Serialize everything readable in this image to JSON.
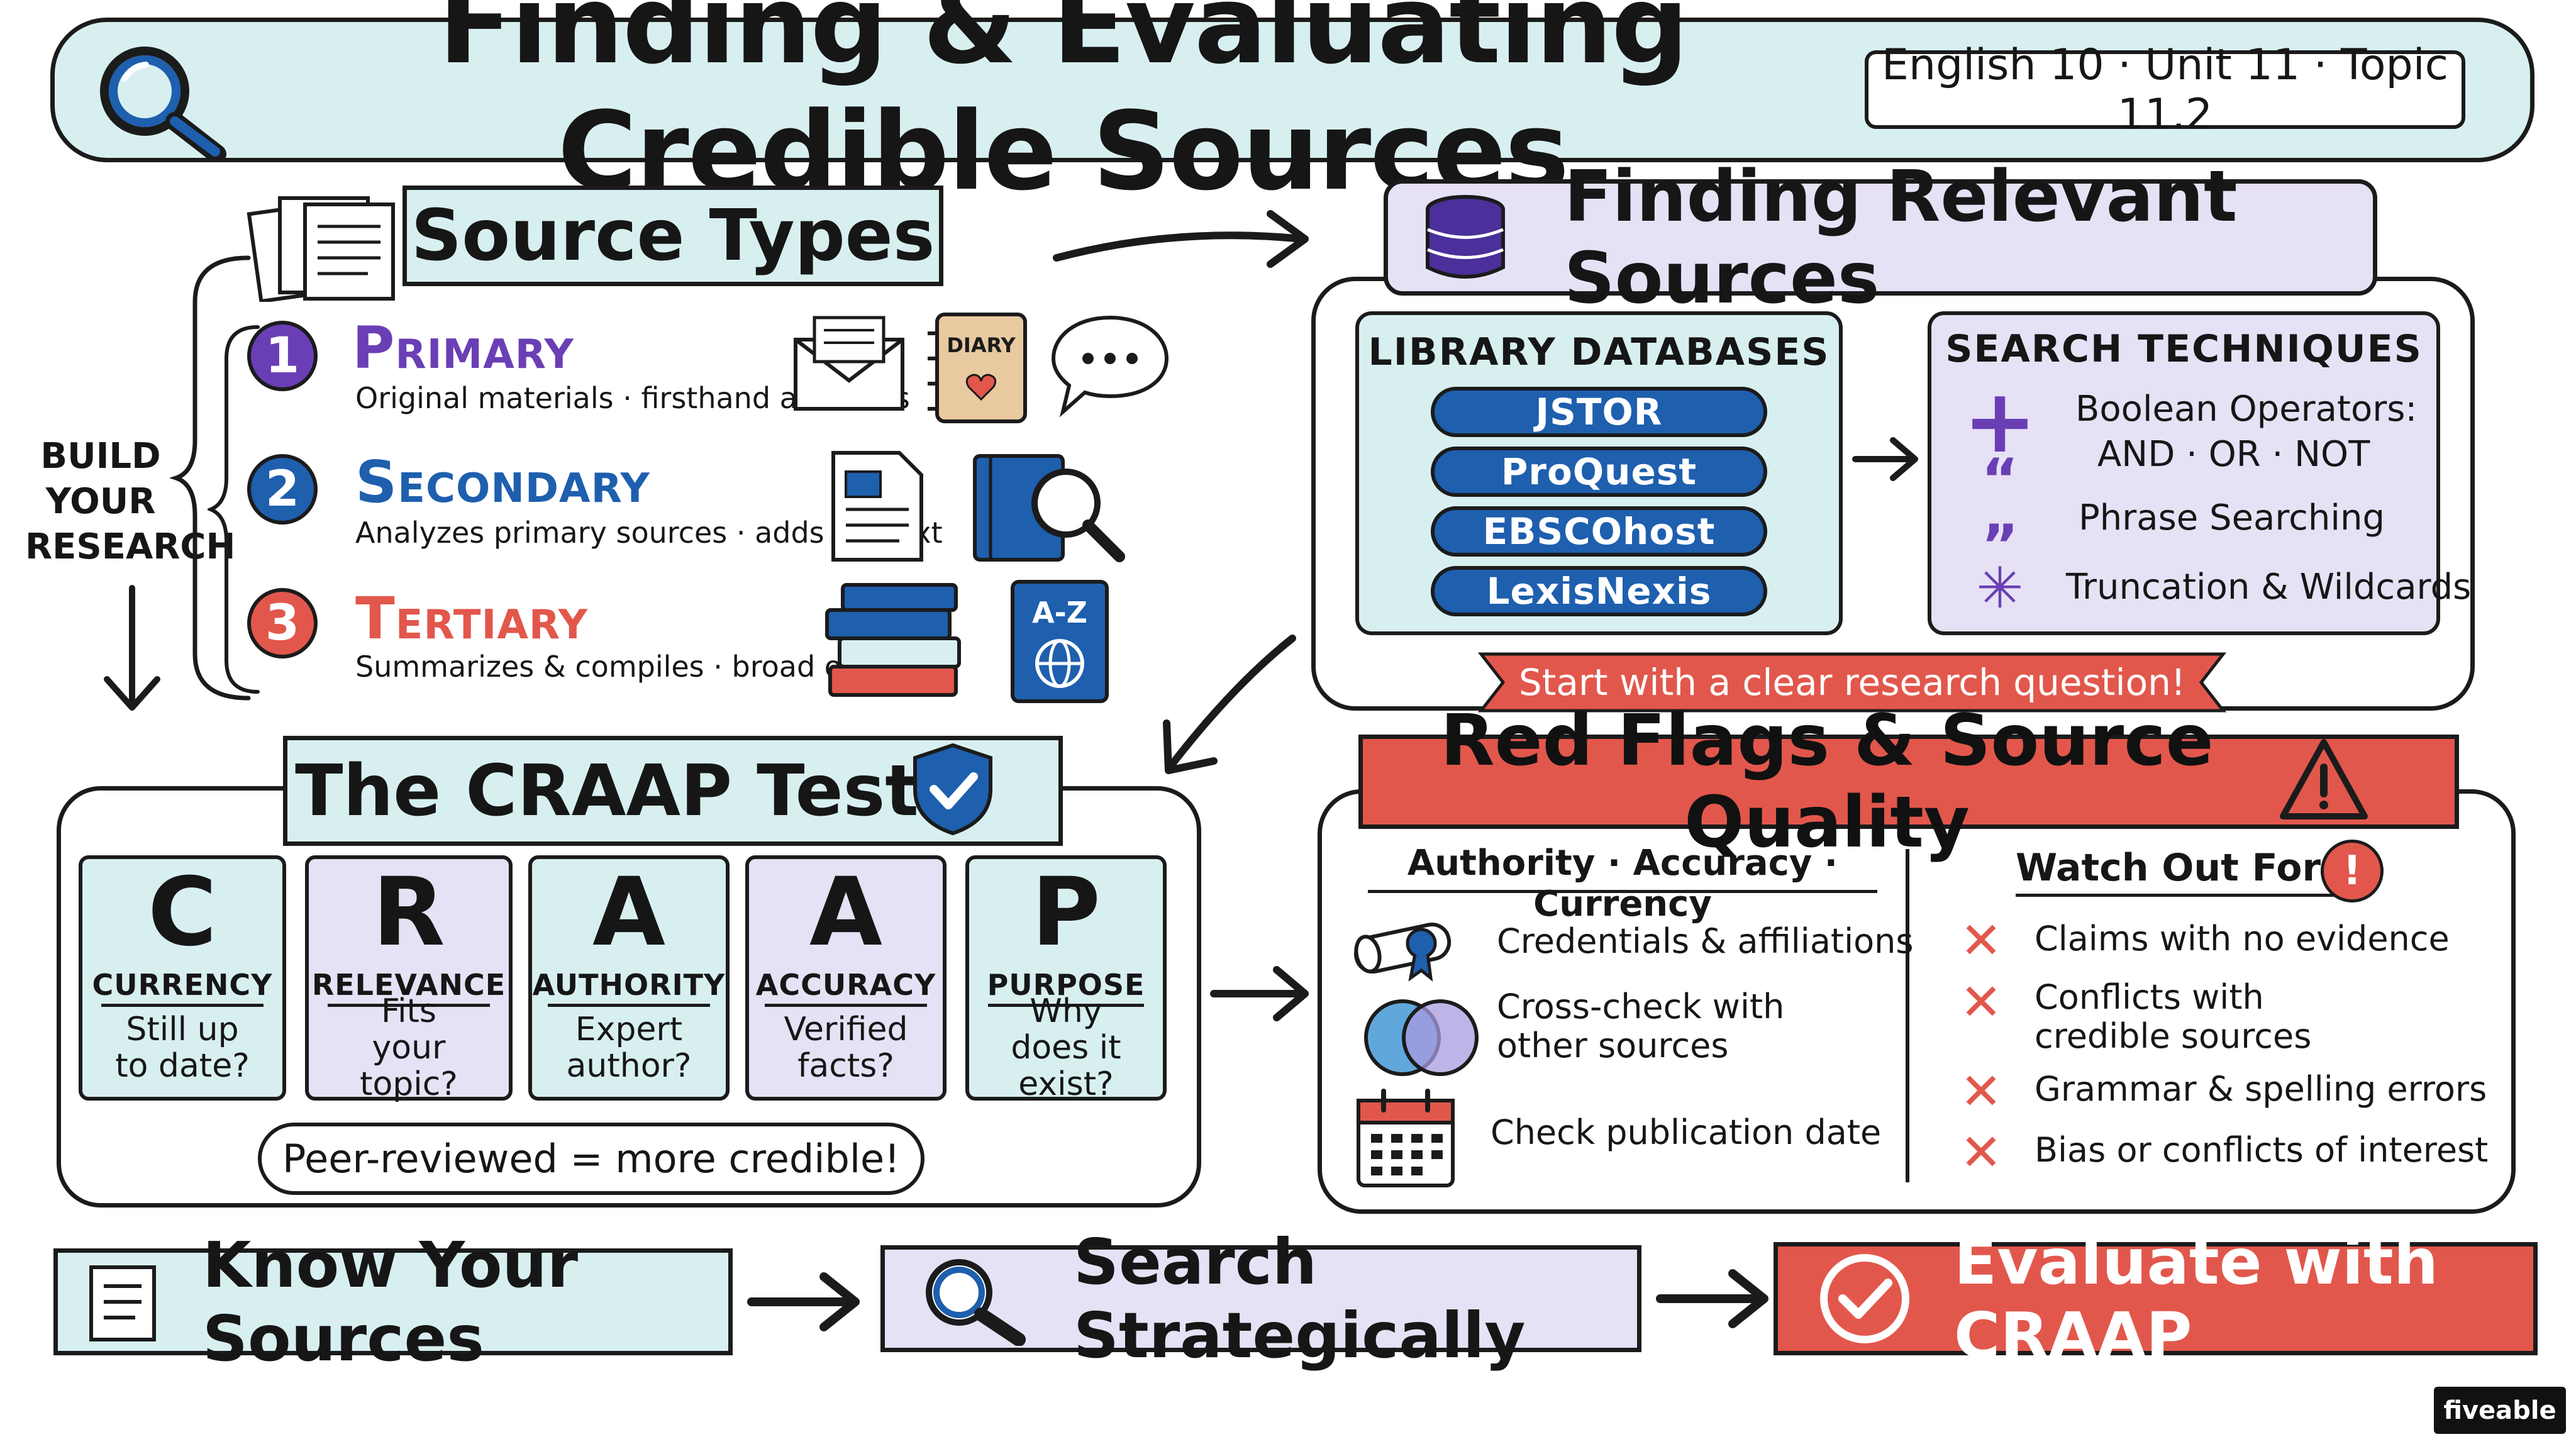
{
  "header": {
    "title": "Finding & Evaluating Credible Sources",
    "topic_tag": "English 10 · Unit 11 · Topic 11.2"
  },
  "side_note": [
    "BUILD",
    "YOUR",
    "RESEARCH"
  ],
  "source_types": {
    "heading": "Source Types",
    "items": [
      {
        "number": "1",
        "title": "Primary",
        "desc": "Original materials · firsthand accounts",
        "color": "#6a3fb5",
        "icons": [
          "envelope-icon",
          "diary-icon",
          "speech-bubble-icon"
        ]
      },
      {
        "number": "2",
        "title": "Secondary",
        "desc": "Analyzes primary sources · adds context",
        "color": "#1e5fae",
        "icons": [
          "document-icon",
          "book-magnifier-icon"
        ]
      },
      {
        "number": "3",
        "title": "Tertiary",
        "desc": "Summarizes & compiles · broad overview",
        "color": "#e2574c",
        "icons": [
          "book-stack-icon",
          "encyclopedia-icon"
        ]
      }
    ],
    "diary_label": "DIARY",
    "encyclopedia_label": "A-Z"
  },
  "finding": {
    "heading": "Finding Relevant Sources",
    "databases_heading": "LIBRARY DATABASES",
    "databases": [
      "JSTOR",
      "ProQuest",
      "EBSCOhost",
      "LexisNexis"
    ],
    "techniques_heading": "SEARCH TECHNIQUES",
    "techniques": [
      {
        "icon": "plus-icon",
        "glyph": "+",
        "line1": "Boolean Operators:",
        "line2": "AND · OR · NOT"
      },
      {
        "icon": "quotes-icon",
        "glyph": "“ ”",
        "line1": "Phrase Searching",
        "line2": ""
      },
      {
        "icon": "asterisk-icon",
        "glyph": "✳",
        "line1": "Truncation & Wildcards",
        "line2": ""
      }
    ],
    "tip_banner": "Start with a clear research question!"
  },
  "craap": {
    "heading": "The CRAAP Test",
    "cards": [
      {
        "letter": "C",
        "word": "CURRENCY",
        "question": "Still up to date?",
        "bg": "#d8eff0"
      },
      {
        "letter": "R",
        "word": "RELEVANCE",
        "question": "Fits your topic?",
        "bg": "#e6e1f5"
      },
      {
        "letter": "A",
        "word": "AUTHORITY",
        "question": "Expert author?",
        "bg": "#d8eff0"
      },
      {
        "letter": "A",
        "word": "ACCURACY",
        "question": "Verified facts?",
        "bg": "#e6e1f5"
      },
      {
        "letter": "P",
        "word": "PURPOSE",
        "question": "Why does it exist?",
        "bg": "#d8eff0"
      }
    ],
    "note": "Peer-reviewed = more credible!"
  },
  "red_flags": {
    "heading": "Red Flags & Source Quality",
    "left_heading": "Authority · Accuracy · Currency",
    "left_items": [
      {
        "icon": "diploma-icon",
        "text": "Credentials & affiliations"
      },
      {
        "icon": "venn-icon",
        "text": "Cross-check with other sources"
      },
      {
        "icon": "calendar-icon",
        "text": "Check publication date"
      }
    ],
    "right_heading": "Watch Out For:",
    "right_items": [
      "Claims with no evidence",
      "Conflicts with credible sources",
      "Grammar & spelling errors",
      "Bias or conflicts of interest"
    ]
  },
  "flow": [
    "Know Your Sources",
    "Search Strategically",
    "Evaluate with CRAAP"
  ],
  "brand": "fiveable"
}
